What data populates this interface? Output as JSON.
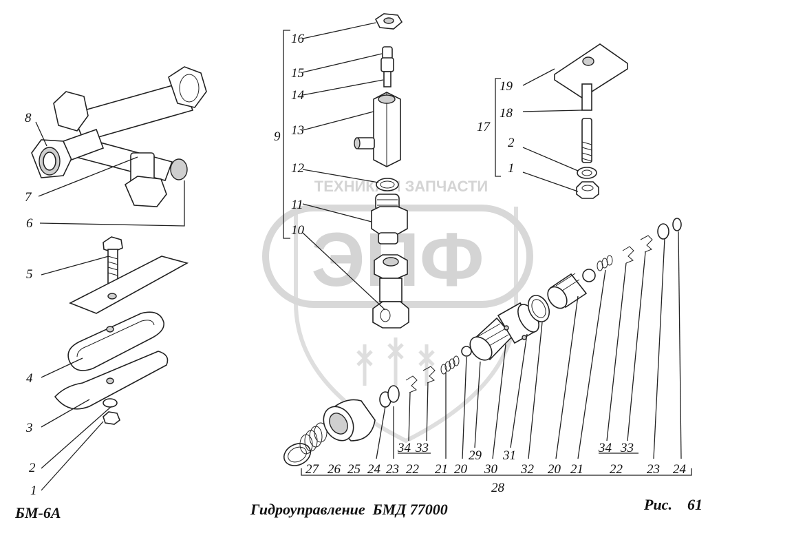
{
  "watermark": {
    "text": "ТЕХНИКА И ЗАПЧАСТИ",
    "logo_text": "ЭПФ"
  },
  "captions": {
    "model": "БМ-6А",
    "title": "Гидроуправление  БМД 77000",
    "figure": "Рис.    61"
  },
  "callouts": {
    "c1": "1",
    "c2": "2",
    "c3": "3",
    "c4": "4",
    "c5": "5",
    "c6": "6",
    "c7": "7",
    "c8": "8",
    "c9": "9",
    "c10": "10",
    "c11": "11",
    "c12": "12",
    "c13": "13",
    "c14": "14",
    "c15": "15",
    "c16": "16",
    "c17": "17",
    "c18": "18",
    "c19": "19",
    "c2r": "2",
    "c1r": "1",
    "b27": "27",
    "b26": "26",
    "b25": "25",
    "b24": "24",
    "b23": "23",
    "b34": "34",
    "b33": "33",
    "b22": "22",
    "b21": "21",
    "b20": "20",
    "b29": "29",
    "b30": "30",
    "b31": "31",
    "b32": "32",
    "b20b": "20",
    "b21b": "21",
    "b34b": "34",
    "b33b": "33",
    "b22b": "22",
    "b23b": "23",
    "b24b": "24",
    "b28": "28"
  },
  "colors": {
    "line": "#222222",
    "watermark": "#d4d4d4",
    "background": "#ffffff"
  }
}
